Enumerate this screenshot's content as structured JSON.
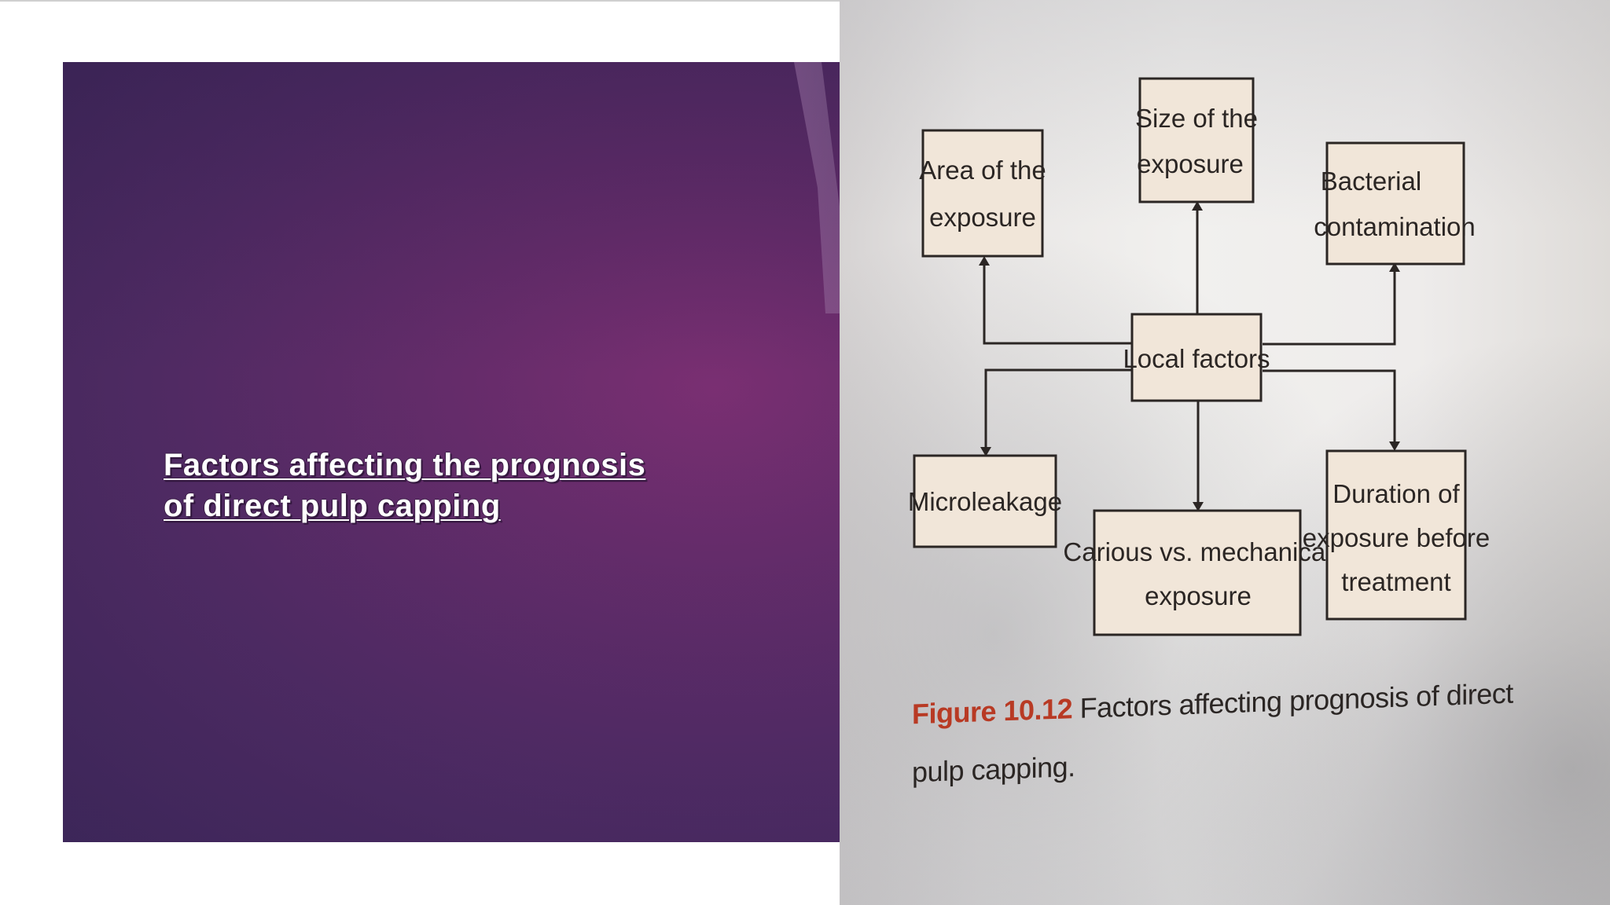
{
  "slide": {
    "title": "Factors affecting the prognosis of direct pulp capping"
  },
  "figure": {
    "nodes": {
      "center": "Local factors",
      "area_line1": "Area of the",
      "area_line2": "exposure",
      "size_line1": "Size of the",
      "size_line2": "exposure",
      "bacterial_line1": "Bacterial",
      "bacterial_line2": "contamination",
      "microleakage": "Microleakage",
      "carious_line1": "Carious vs. mechanical",
      "carious_line2": "exposure",
      "duration_line1": "Duration of",
      "duration_line2": "exposure before",
      "duration_line3": "treatment"
    },
    "caption_label": "Figure 10.12",
    "caption_text": "Factors affecting prognosis of direct pulp capping."
  },
  "colors": {
    "panel_purple": "#652c6a",
    "node_fill": "#f1e6d9",
    "caption_label": "#b83a24"
  }
}
